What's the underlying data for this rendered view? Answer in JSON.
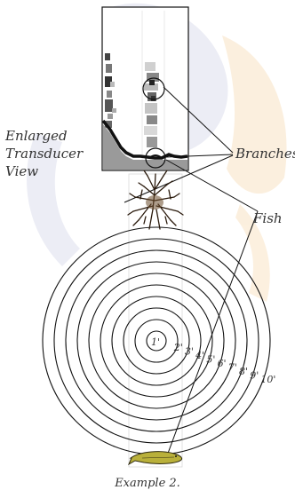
{
  "labels": {
    "enlarged": [
      "Enlarged",
      "Transducer",
      "View"
    ],
    "branches": "Branches",
    "fish": "Fish",
    "caption": "Example 2."
  },
  "rings": [
    "1'",
    "2'",
    "3'",
    "4'",
    "5'",
    "6'",
    "7'",
    "8'",
    "9'",
    "10'"
  ],
  "colors": {
    "ink": "#111111",
    "label": "#333333",
    "fish_fill": "#b9b03a",
    "watermark_blue": "#b8bcd6",
    "watermark_gold": "#f3c98a"
  },
  "icons": [
    "tree-icon",
    "fish-icon"
  ]
}
